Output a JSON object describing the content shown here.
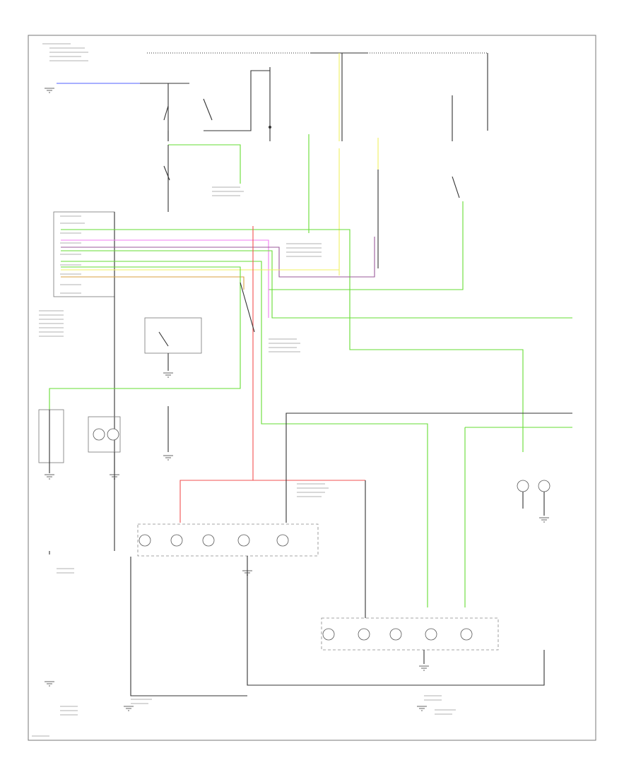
{
  "diagram": {
    "type": "wiring-schematic",
    "text_legible": false,
    "wire_colors": {
      "black": "#333333",
      "green": "#66dd33",
      "yellow": "#f0f060",
      "red": "#f25050",
      "pink": "#f07cf0",
      "purple": "#9a5a9a",
      "blue": "#4f5fff",
      "orange": "#d8a040"
    },
    "components": [
      {
        "name": "fuse-box-top",
        "kind": "fuse"
      },
      {
        "name": "switch-upper-center",
        "kind": "switch"
      },
      {
        "name": "relay-left-mid",
        "kind": "relay"
      },
      {
        "name": "lamp-left-pair",
        "kind": "lamp"
      },
      {
        "name": "rear-lamp-cluster-left",
        "kind": "lamp-group"
      },
      {
        "name": "rear-lamp-cluster-right",
        "kind": "lamp-group"
      },
      {
        "name": "lamp-right-side",
        "kind": "lamp"
      },
      {
        "name": "connector-block-left",
        "kind": "connector"
      }
    ],
    "ground_points": 11
  }
}
